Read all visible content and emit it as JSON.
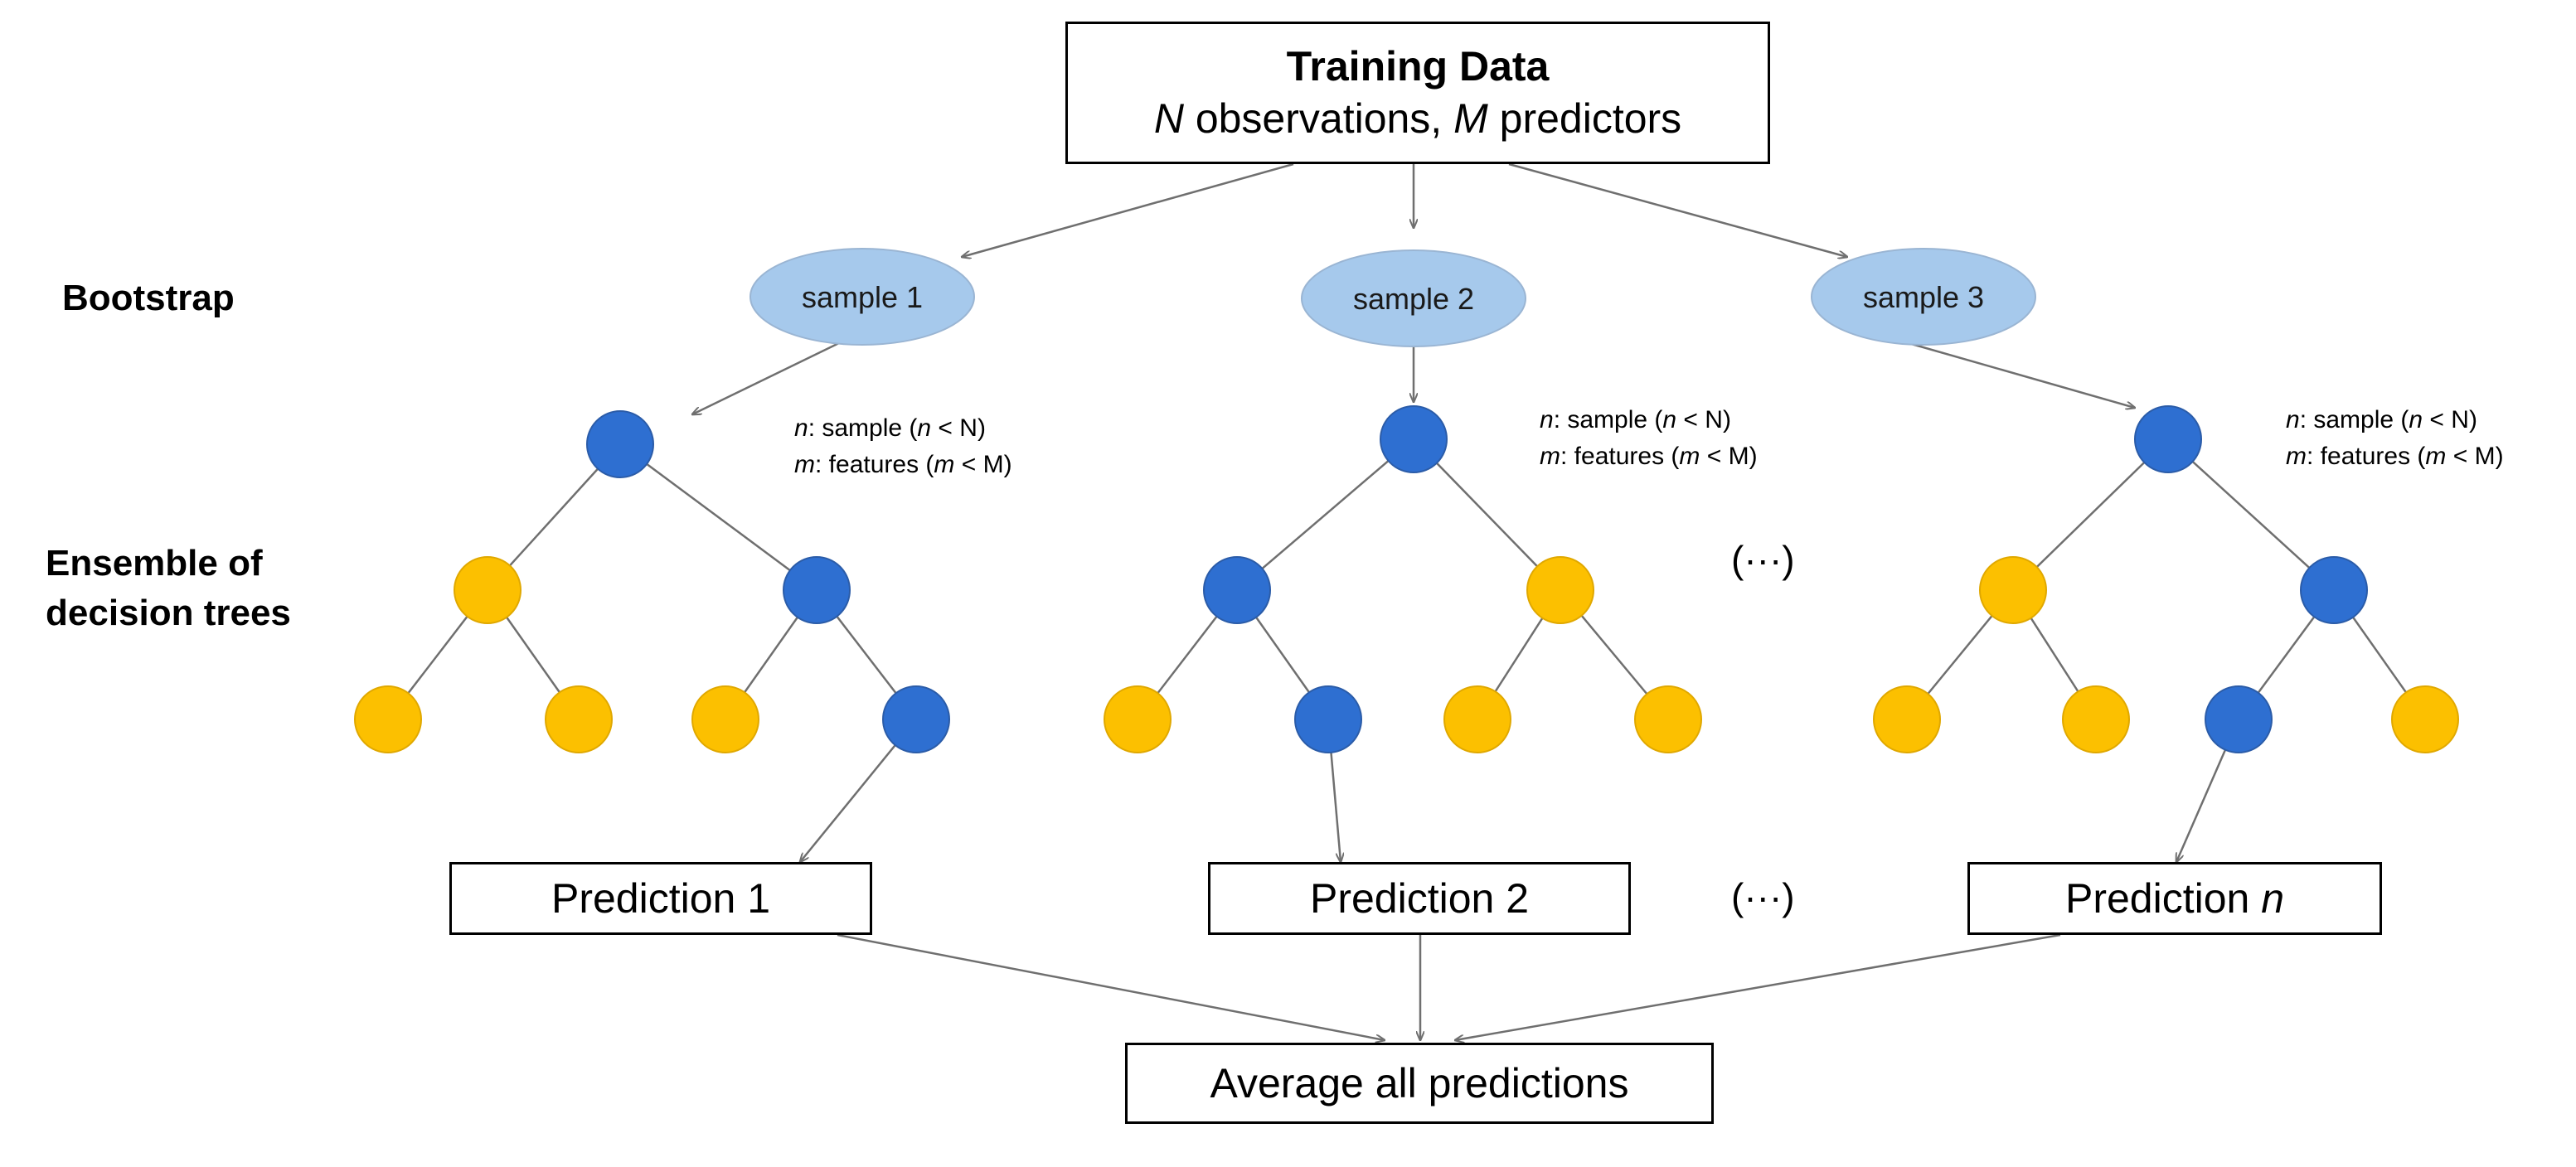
{
  "training": {
    "title": "Training Data",
    "n_symbol": "N",
    "obs_text": " observations, ",
    "m_symbol": "M",
    "pred_text": " predictors"
  },
  "labels": {
    "bootstrap": "Bootstrap",
    "ensemble_line1": "Ensemble of",
    "ensemble_line2": "decision trees"
  },
  "samples": [
    "sample 1",
    "sample 2",
    "sample 3"
  ],
  "notes": {
    "n_symbol": "n",
    "n_text": ": sample (",
    "n_cmp": " < N)",
    "m_symbol": "m",
    "m_text": ": features (",
    "m_cmp": " < M)"
  },
  "ellipsis": "(···)",
  "predictions": {
    "p1": "Prediction 1",
    "p2": "Prediction 2",
    "pn_prefix": "Prediction ",
    "pn_symbol": "n"
  },
  "average": "Average all predictions",
  "colors": {
    "split_node": "#2e6fd1",
    "leaf_node": "#fcc000",
    "sample_fill": "#a6c9ec",
    "edge": "#6f6f6f"
  }
}
